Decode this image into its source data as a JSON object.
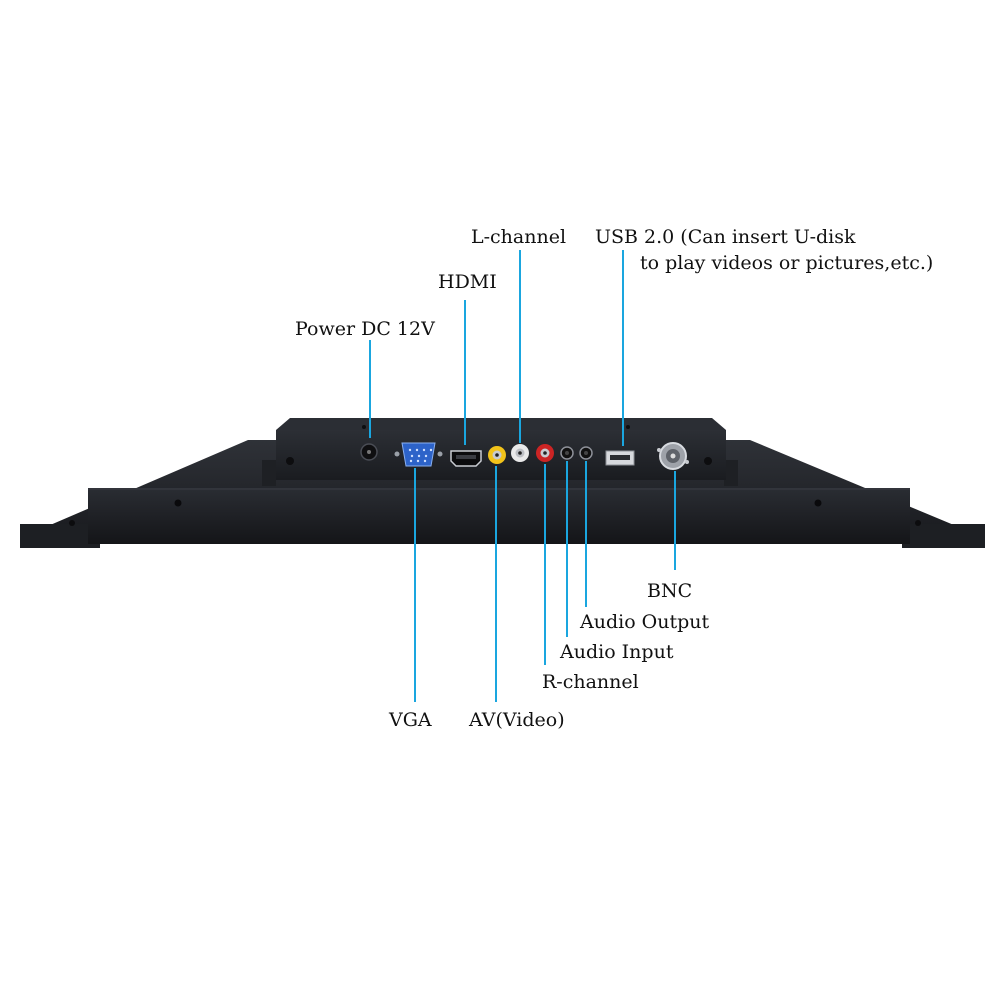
{
  "labels": {
    "l_channel": "L-channel",
    "usb_line1": "USB 2.0 (Can insert U-disk",
    "usb_line2": "to play videos or pictures,etc.)",
    "hdmi": "HDMI",
    "power": "Power DC 12V",
    "bnc": "BNC",
    "audio_output": "Audio Output",
    "audio_input": "Audio Input",
    "r_channel": "R-channel",
    "vga": "VGA",
    "av_video": "AV(Video)"
  },
  "colors": {
    "callout": "#1aa6df",
    "chassis": "#1b1d22",
    "rear_panel": "#23262c",
    "vga_port": "#2d63c9",
    "av_yellow": "#f2c31a",
    "r_red": "#cc2424",
    "l_white": "#e9e9e9"
  }
}
